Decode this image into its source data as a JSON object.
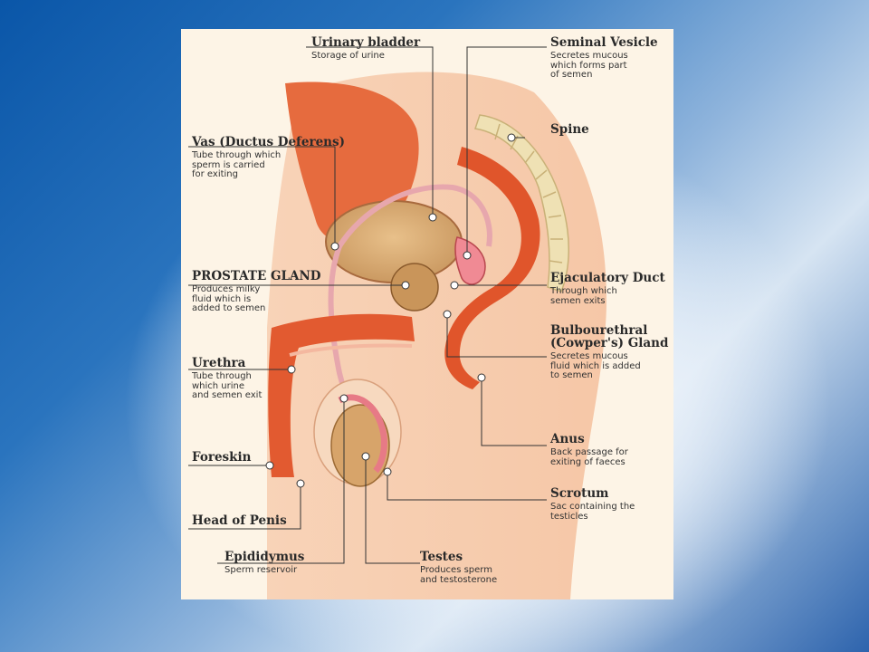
{
  "labels": {
    "urinary_bladder": {
      "title": "Urinary bladder",
      "desc": "Storage of urine"
    },
    "seminal_vesicle": {
      "title": "Seminal Vesicle",
      "desc": "Secretes mucous\nwhich forms part\nof semen"
    },
    "spine": {
      "title": "Spine",
      "desc": ""
    },
    "vas_deferens": {
      "title": "Vas (Ductus Deferens)",
      "desc": "Tube through which\nsperm is carried\nfor exiting"
    },
    "prostate": {
      "title": "PROSTATE GLAND",
      "desc": "Produces milky\nfluid which is\nadded to semen"
    },
    "ejaculatory_duct": {
      "title": "Ejaculatory Duct",
      "desc": "Through which\nsemen exits"
    },
    "bulbourethral": {
      "title": "Bulbourethral\n(Cowper's) Gland",
      "desc": "Secretes mucous\nfluid which is added\nto semen"
    },
    "urethra": {
      "title": "Urethra",
      "desc": "Tube through\nwhich urine\nand semen exit"
    },
    "anus": {
      "title": "Anus",
      "desc": "Back passage for\nexiting of faeces"
    },
    "foreskin": {
      "title": "Foreskin",
      "desc": ""
    },
    "scrotum": {
      "title": "Scrotum",
      "desc": "Sac containing the\ntesticles"
    },
    "head_of_penis": {
      "title": "Head of Penis",
      "desc": ""
    },
    "epididymus": {
      "title": "Epididymus",
      "desc": "Sperm reservoir"
    },
    "testes": {
      "title": "Testes",
      "desc": "Produces sperm\nand testosterone"
    }
  }
}
